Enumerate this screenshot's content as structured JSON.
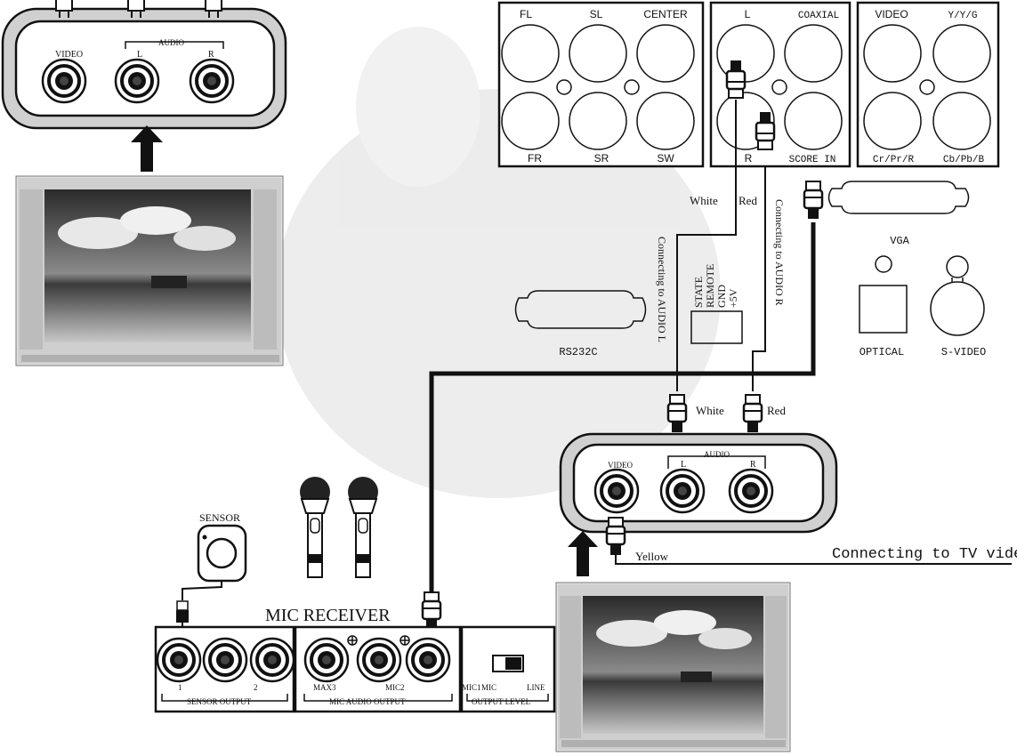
{
  "dvd_panel": {
    "speaker_out": [
      "FL",
      "SL",
      "CENTER",
      "FR",
      "SR",
      "SW"
    ],
    "audio_l": "L",
    "coaxial": "COAXIAL",
    "audio_r": "R",
    "score_in": "SCORE IN",
    "video": "VIDEO",
    "y": "Y/Y/G",
    "cr": "Cr/Pr/R",
    "cb": "Cb/Pb/B",
    "vga": "VGA",
    "optical": "OPTICAL",
    "s_video": "S-VIDEO",
    "rs232c": "RS232C",
    "remote_terminal": [
      "STATE",
      "REMOTE",
      "GND",
      "+5V"
    ]
  },
  "cables": {
    "white_top": "White",
    "red_top": "Red",
    "to_audio_l": "Connecting to AUDIO L",
    "to_audio_r": "Connecting to AUDIO R",
    "white_bottom": "White",
    "red_bottom": "Red",
    "yellow": "Yellow",
    "to_tv_video": "Connecting to TV video"
  },
  "tv_input_top": {
    "video": "VIDEO",
    "audio": "AUDIO",
    "l": "L",
    "r": "R"
  },
  "tv_input_bottom": {
    "video": "VIDEO",
    "audio": "AUDIO",
    "l": "L",
    "r": "R"
  },
  "sensor": "SENSOR",
  "mic_receiver": {
    "title": "MIC RECEIVER",
    "sensor_1": "1",
    "sensor_2": "2",
    "sensor_output": "SENSOR OUTPUT",
    "max3": "MAX3",
    "mic2": "MIC2",
    "mic_audio_output": "MIC AUDIO OUTPUT",
    "mic1": "MIC1",
    "mic": "MIC",
    "line": "LINE",
    "output_level": "OUTPUT LEVEL"
  }
}
